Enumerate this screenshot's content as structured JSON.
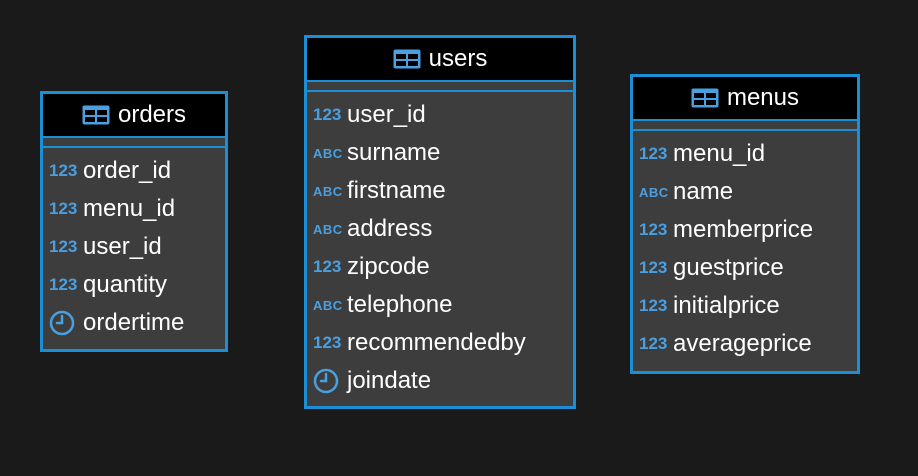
{
  "tables": {
    "orders": {
      "name": "orders",
      "columns": [
        {
          "type_label": "123",
          "name": "order_id"
        },
        {
          "type_label": "123",
          "name": "menu_id"
        },
        {
          "type_label": "123",
          "name": "user_id"
        },
        {
          "type_label": "123",
          "name": "quantity"
        },
        {
          "type_label": "",
          "name": "ordertime"
        }
      ]
    },
    "users": {
      "name": "users",
      "columns": [
        {
          "type_label": "123",
          "name": "user_id"
        },
        {
          "type_label": "ABC",
          "name": "surname"
        },
        {
          "type_label": "ABC",
          "name": "firstname"
        },
        {
          "type_label": "ABC",
          "name": "address"
        },
        {
          "type_label": "123",
          "name": "zipcode"
        },
        {
          "type_label": "ABC",
          "name": "telephone"
        },
        {
          "type_label": "123",
          "name": "recommendedby"
        },
        {
          "type_label": "",
          "name": "joindate"
        }
      ]
    },
    "menus": {
      "name": "menus",
      "columns": [
        {
          "type_label": "123",
          "name": "menu_id"
        },
        {
          "type_label": "ABC",
          "name": "name"
        },
        {
          "type_label": "123",
          "name": "memberprice"
        },
        {
          "type_label": "123",
          "name": "guestprice"
        },
        {
          "type_label": "123",
          "name": "initialprice"
        },
        {
          "type_label": "123",
          "name": "averageprice"
        }
      ]
    }
  },
  "colors": {
    "accent": "#1a8fd6",
    "type_icon": "#4a9fe0",
    "body_bg": "#3d3d3d",
    "header_bg": "#000000",
    "canvas_bg": "#1a1a1a"
  },
  "icons": {
    "table": "table-icon",
    "numeric": "numeric-type-icon",
    "text": "text-type-icon",
    "datetime": "clock-icon"
  }
}
